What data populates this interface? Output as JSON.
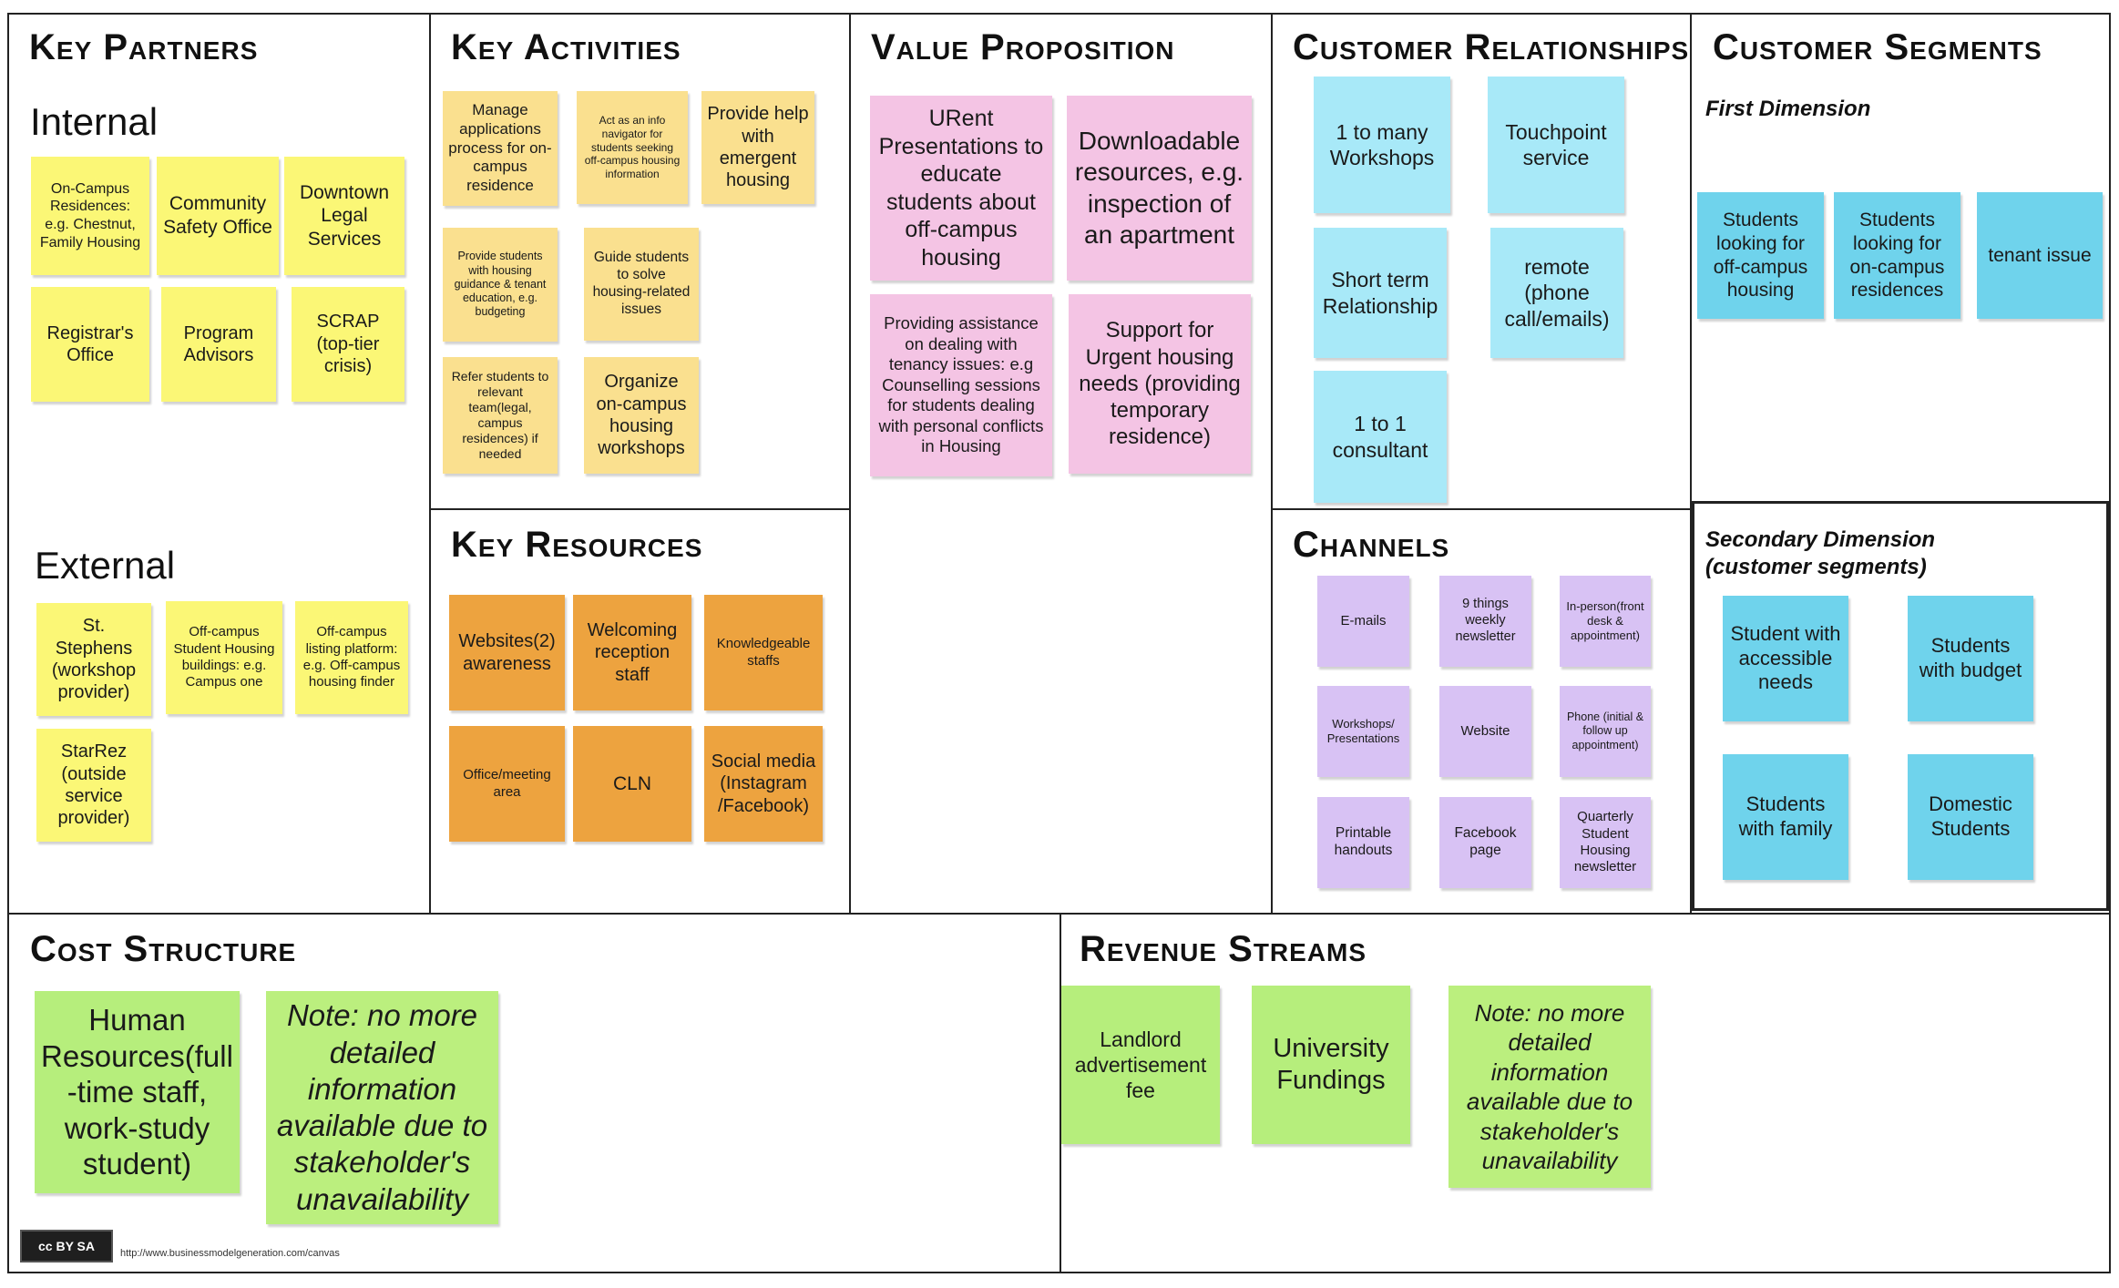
{
  "sections": {
    "key_partners": "Key Partners",
    "key_activities": "Key Activities",
    "value_proposition": "Value Proposition",
    "customer_relationships": "Customer Relationships",
    "customer_segments": "Customer Segments",
    "key_resources": "Key Resources",
    "channels": "Channels",
    "cost_structure": "Cost Structure",
    "revenue_streams": "Revenue Streams"
  },
  "key_partners": {
    "internal_label": "Internal",
    "external_label": "External",
    "internal": [
      "On-Campus Residences: e.g. Chestnut, Family Housing",
      "Community Safety Office",
      "Downtown Legal Services",
      "Registrar's Office",
      "Program Advisors",
      "SCRAP (top-tier crisis)"
    ],
    "external": [
      "St. Stephens (workshop provider)",
      "Off-campus Student Housing buildings: e.g. Campus one",
      "Off-campus listing platform: e.g. Off-campus housing finder",
      "StarRez (outside service provider)"
    ]
  },
  "key_activities": [
    "Manage applications process for on-campus residence",
    "Act as an info navigator for students seeking off-campus housing information",
    "Provide help with emergent housing",
    "Provide students with housing guidance & tenant education, e.g. budgeting",
    "Guide students to solve housing-related issues",
    "Refer students to relevant team(legal, campus residences) if needed",
    "Organize on-campus housing workshops"
  ],
  "value_proposition": [
    "URent Presentations to educate students about off-campus housing",
    "Downloadable resources, e.g. inspection of an apartment",
    "Providing assistance on dealing with tenancy issues: e.g Counselling sessions for students dealing with personal conflicts in Housing",
    "Support for Urgent housing needs (providing temporary residence)"
  ],
  "customer_relationships": [
    "1 to many Workshops",
    "Touchpoint service",
    "Short term Relationship",
    "remote (phone call/emails)",
    "1 to 1 consultant"
  ],
  "customer_segments": {
    "first_label": "First Dimension",
    "first": [
      "Students looking for off-campus housing",
      "Students looking for on-campus residences",
      "tenant issue"
    ],
    "secondary_label_1": "Secondary Dimension",
    "secondary_label_2": "(customer segments)",
    "secondary": [
      "Student with accessible needs",
      "Students with budget",
      "Students with family",
      "Domestic Students"
    ]
  },
  "key_resources": [
    "Websites(2) awareness",
    "Welcoming reception staff",
    "Knowledgeable staffs",
    "Office/meeting area",
    "CLN",
    "Social media (Instagram /Facebook)"
  ],
  "channels": [
    "E-mails",
    "9 things weekly newsletter",
    "In-person(front desk & appointment)",
    "Workshops/ Presentations",
    "Website",
    "Phone (initial & follow up appointment)",
    "Printable handouts",
    "Facebook page",
    "Quarterly Student Housing newsletter"
  ],
  "cost_structure": [
    "Human Resources(full -time staff, work-study student)",
    "Note: no more detailed information available due to stakeholder's unavailability"
  ],
  "revenue_streams": [
    "Landlord advertisement fee",
    "University Fundings",
    "Note: no more detailed information available due to stakeholder's unavailability"
  ],
  "footer": {
    "license_badge": "cc BY SA",
    "url": "http://www.businessmodelgeneration.com/canvas"
  },
  "colors": {
    "yellow": "#fbf776",
    "light_orange": "#fae08f",
    "pink": "#f4c4e4",
    "light_cyan": "#a8e9f8",
    "teal": "#6fd3ec",
    "lavender": "#d8c2f4",
    "orange": "#eda33f",
    "green": "#b6ee7c"
  }
}
